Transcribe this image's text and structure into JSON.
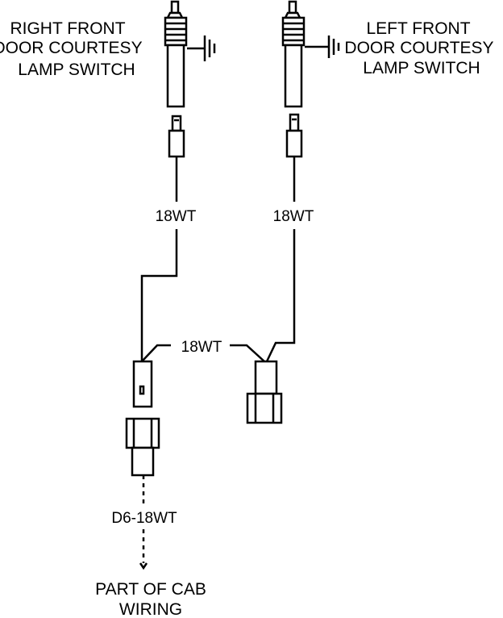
{
  "right_switch": {
    "label_lines": [
      "RIGHT FRONT",
      "DOOR COURTESY",
      "LAMP SWITCH"
    ]
  },
  "left_switch": {
    "label_lines": [
      "LEFT FRONT",
      "DOOR COURTESY",
      "LAMP SWITCH"
    ]
  },
  "wires": {
    "right_wire_label": "18WT",
    "left_wire_label": "18WT",
    "junction_wire_label": "18WT",
    "cab_wire_label": "D6-18WT"
  },
  "cab_wiring": {
    "label_lines": [
      "PART OF CAB",
      "WIRING"
    ]
  },
  "colors": {
    "ink": "#000000",
    "paper": "#ffffff"
  }
}
